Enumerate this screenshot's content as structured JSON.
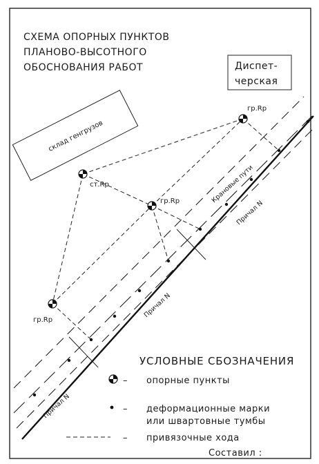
{
  "title": {
    "line1": "СХЕМА ОПОРНЫХ ПУНКТОВ",
    "line2": "ПЛАНОВО-ВЫСОТНОГО",
    "line3": "ОБОСНОВАНИЯ РАБОТ"
  },
  "dispatch": {
    "line1": "Диспет-",
    "line2": "черская"
  },
  "warehouse": {
    "label": "склад генгрузов"
  },
  "points": {
    "p1": "гр.Rp",
    "p2": "ст.Rp",
    "p3": "гр.Rp",
    "p4": "гр.Rp"
  },
  "track": {
    "crane": "Крановые пути",
    "berth1": "Причал N",
    "berth2": "Причал N",
    "berth3": "Причал N"
  },
  "legend": {
    "title": "УСЛОВНЫЕ СБОЗНАЧЕНИЯ",
    "item1": "опорные пункты",
    "item2a": "деформационные марки",
    "item2b": "или швартовные тумбы",
    "item3": "привязочные хода",
    "dash": "–"
  },
  "footer": {
    "compiled": "Составил :"
  }
}
